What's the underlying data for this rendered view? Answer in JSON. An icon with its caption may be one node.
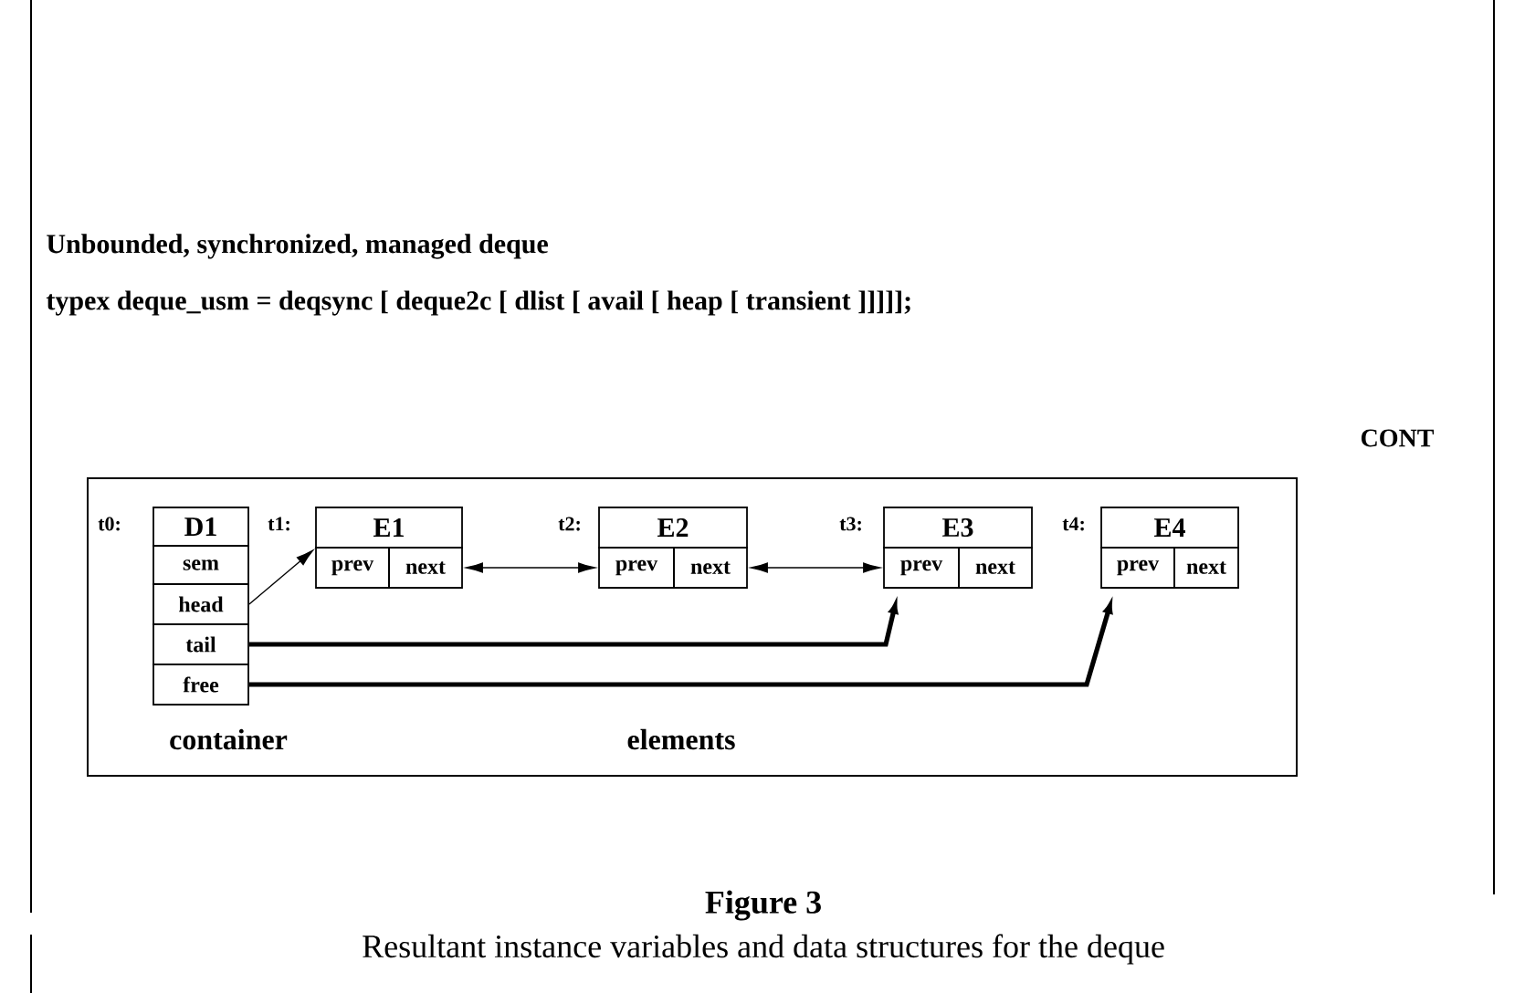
{
  "diagram": {
    "title": "Unbounded, synchronized, managed deque",
    "caption": "Resultant instance variables and data structures for the deque",
    "nodes": [
      {
        "text": [],
        "shape": "box"
      },
      {
        "text": [
          "D1"
        ],
        "in": 0
      },
      {
        "text": [
          "E1"
        ],
        "in": 0
      },
      {
        "text": [
          "E2"
        ],
        "in": 0
      },
      {
        "text": [
          "E3"
        ],
        "in": 0
      },
      {
        "text": [
          "E4"
        ],
        "in": 0
      },
      {
        "text": [
          "sem"
        ],
        "in": 0
      },
      {
        "text": [
          "prev"
        ],
        "in": 0
      },
      {
        "text": [
          "next"
        ],
        "in": 0
      },
      {
        "text": [
          "prev"
        ],
        "in": 0
      },
      {
        "text": [
          "next"
        ],
        "in": 0
      },
      {
        "text": [
          "prev"
        ],
        "in": 0
      },
      {
        "text": [
          "next"
        ],
        "in": 0
      },
      {
        "text": [
          "prev"
        ],
        "in": 0
      },
      {
        "text": [
          "next"
        ],
        "in": 0
      },
      {
        "text": [
          "head"
        ],
        "in": 0
      },
      {
        "text": [
          "tail"
        ],
        "in": 0
      },
      {
        "text": [
          "free"
        ],
        "in": 0
      }
    ],
    "edges": [
      {
        "from": 15,
        "to": 2,
        "arrow": "to"
      },
      {
        "from": 8,
        "to": 9,
        "arrow": "both"
      },
      {
        "from": 10,
        "to": 11,
        "arrow": "both"
      },
      {
        "from": 16,
        "to": 11,
        "arrow": "to",
        "style": "thick"
      },
      {
        "from": 17,
        "to": 13,
        "arrow": "to",
        "style": "thick"
      }
    ],
    "labels": [
      "typex deque_usm = deqsync [ deque2c [ dlist [ avail [ heap [ transient ]]]]];",
      "CONT",
      "t0:",
      "t1:",
      "t2:",
      "t3:",
      "t4:",
      "container",
      "elements",
      "Figure 3"
    ]
  }
}
